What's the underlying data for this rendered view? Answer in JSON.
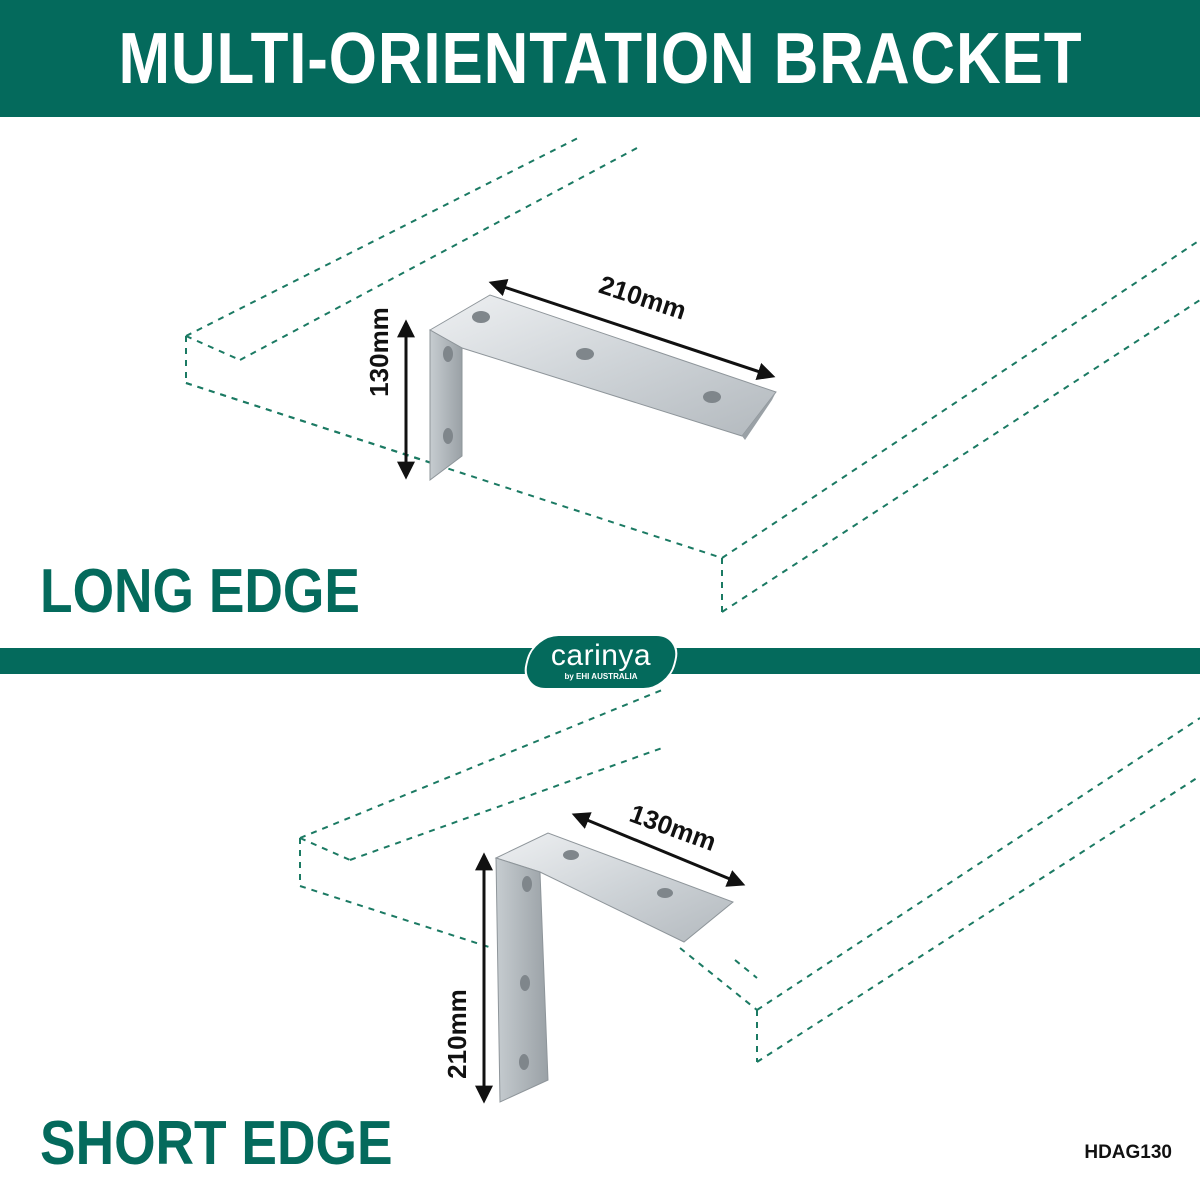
{
  "header": {
    "title": "MULTI-ORIENTATION BRACKET"
  },
  "sections": {
    "long": {
      "label": "LONG EDGE",
      "horizontal_dimension": "210mm",
      "vertical_dimension": "130mm"
    },
    "short": {
      "label": "SHORT EDGE",
      "horizontal_dimension": "130mm",
      "vertical_dimension": "210mm"
    }
  },
  "logo": {
    "name": "carinya",
    "tagline": "by EHI AUSTRALIA"
  },
  "product_code": "HDAG130",
  "colors": {
    "brand_green": "#046a5c",
    "outline_green": "#1b7a63",
    "white": "#ffffff"
  }
}
